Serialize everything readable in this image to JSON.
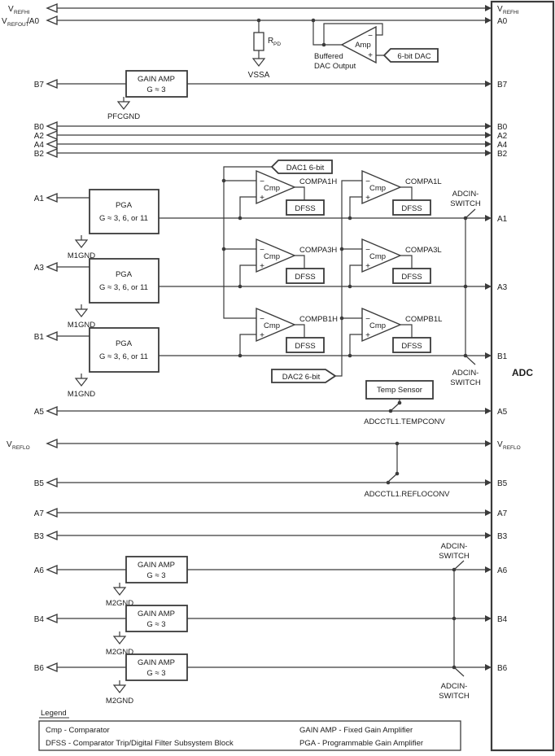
{
  "colors": {
    "line": "#3b3b3b",
    "text": "#1c1c1c"
  },
  "adc": {
    "label": "ADC",
    "pins": {
      "vrefhi": {
        "v": "V",
        "sub": "REFHI"
      },
      "a0": "A0",
      "b7": "B7",
      "b0": "B0",
      "a2": "A2",
      "a4": "A4",
      "b2": "B2",
      "a1": "A1",
      "a3": "A3",
      "b1": "B1",
      "a5": "A5",
      "vreflo": {
        "v": "V",
        "sub": "REFLO"
      },
      "b5": "B5",
      "a7": "A7",
      "b3": "B3",
      "a6": "A6",
      "b4": "B4",
      "b6": "B6"
    }
  },
  "inputs": {
    "vrefhi": {
      "v": "V",
      "sub": "REFHI"
    },
    "vrefout": {
      "v": "V",
      "sub": "REFOUT",
      "suffix": "/A0"
    },
    "b7": "B7",
    "b0": "B0",
    "a2": "A2",
    "a4": "A4",
    "b2": "B2",
    "a1": "A1",
    "a3": "A3",
    "b1": "B1",
    "a5": "A5",
    "vreflo": {
      "v": "V",
      "sub": "REFLO"
    },
    "b5": "B5",
    "a7": "A7",
    "b3": "B3",
    "a6": "A6",
    "b4": "B4",
    "b6": "B6"
  },
  "top": {
    "rpd": {
      "r": "R",
      "sub": "PD"
    },
    "vssa": "VSSA",
    "amp": "Amp",
    "dac": "6-bit DAC",
    "buffered_line1": "Buffered",
    "buffered_line2": "DAC Output"
  },
  "symbols": {
    "minus": "−",
    "plus": "+"
  },
  "gain_amp": {
    "title": "GAIN AMP",
    "gain": "G ≈ 3"
  },
  "grounds": {
    "pfcgnd": "PFCGND",
    "m1gnd": "M1GND",
    "m2gnd": "M2GND"
  },
  "pga": {
    "title": "PGA",
    "gain": "G ≈ 3, 6, or 11"
  },
  "comparators": {
    "cmp": "Cmp",
    "dfss": "DFSS",
    "compa1h": "COMPA1H",
    "compa1l": "COMPA1L",
    "compa3h": "COMPA3H",
    "compa3l": "COMPA3L",
    "compb1h": "COMPB1H",
    "compb1l": "COMPB1L",
    "dac1": "DAC1 6-bit",
    "dac2": "DAC2 6-bit"
  },
  "switches": {
    "adcin1": "ADCIN-",
    "adcin2": "SWITCH",
    "tempconv": "ADCCTL1.TEMPCONV",
    "refloconv": "ADCCTL1.REFLOCONV"
  },
  "temp_sensor": "Temp Sensor",
  "legend": {
    "title": "Legend",
    "cmp": "Cmp - Comparator",
    "dfss": "DFSS - Comparator Trip/Digital Filter Subsystem Block",
    "gain_amp": "GAIN AMP - Fixed Gain Amplifier",
    "pga": "PGA - Programmable Gain Amplifier"
  }
}
